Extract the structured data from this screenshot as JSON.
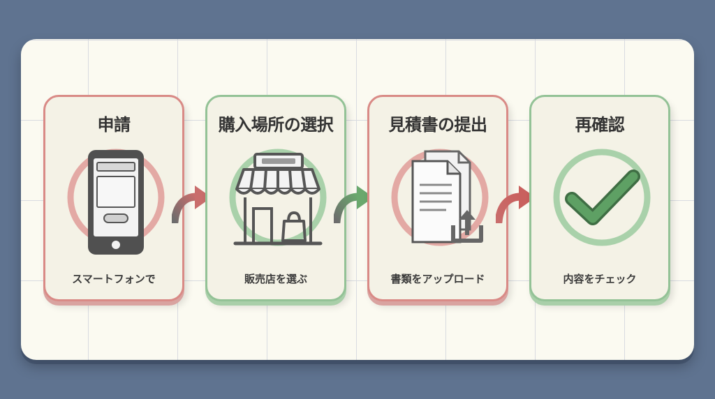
{
  "steps": [
    {
      "title": "申請",
      "subtitle": "スマートフォンで",
      "icon": "smartphone-icon",
      "accent": "#d98a86"
    },
    {
      "title": "購入場所の選択",
      "subtitle": "販売店を選ぶ",
      "icon": "storefront-icon",
      "accent": "#93c296"
    },
    {
      "title": "見積書の提出",
      "subtitle": "書類をアップロード",
      "icon": "document-upload-icon",
      "accent": "#d98a86"
    },
    {
      "title": "再確認",
      "subtitle": "内容をチェック",
      "icon": "checkmark-icon",
      "accent": "#93c296"
    }
  ],
  "colors": {
    "background": "#5f7390",
    "board": "#fbfaf1",
    "red_accent": "#d98a86",
    "green_accent": "#93c296",
    "check_green": "#5ea064",
    "icon_dark": "#555555"
  }
}
